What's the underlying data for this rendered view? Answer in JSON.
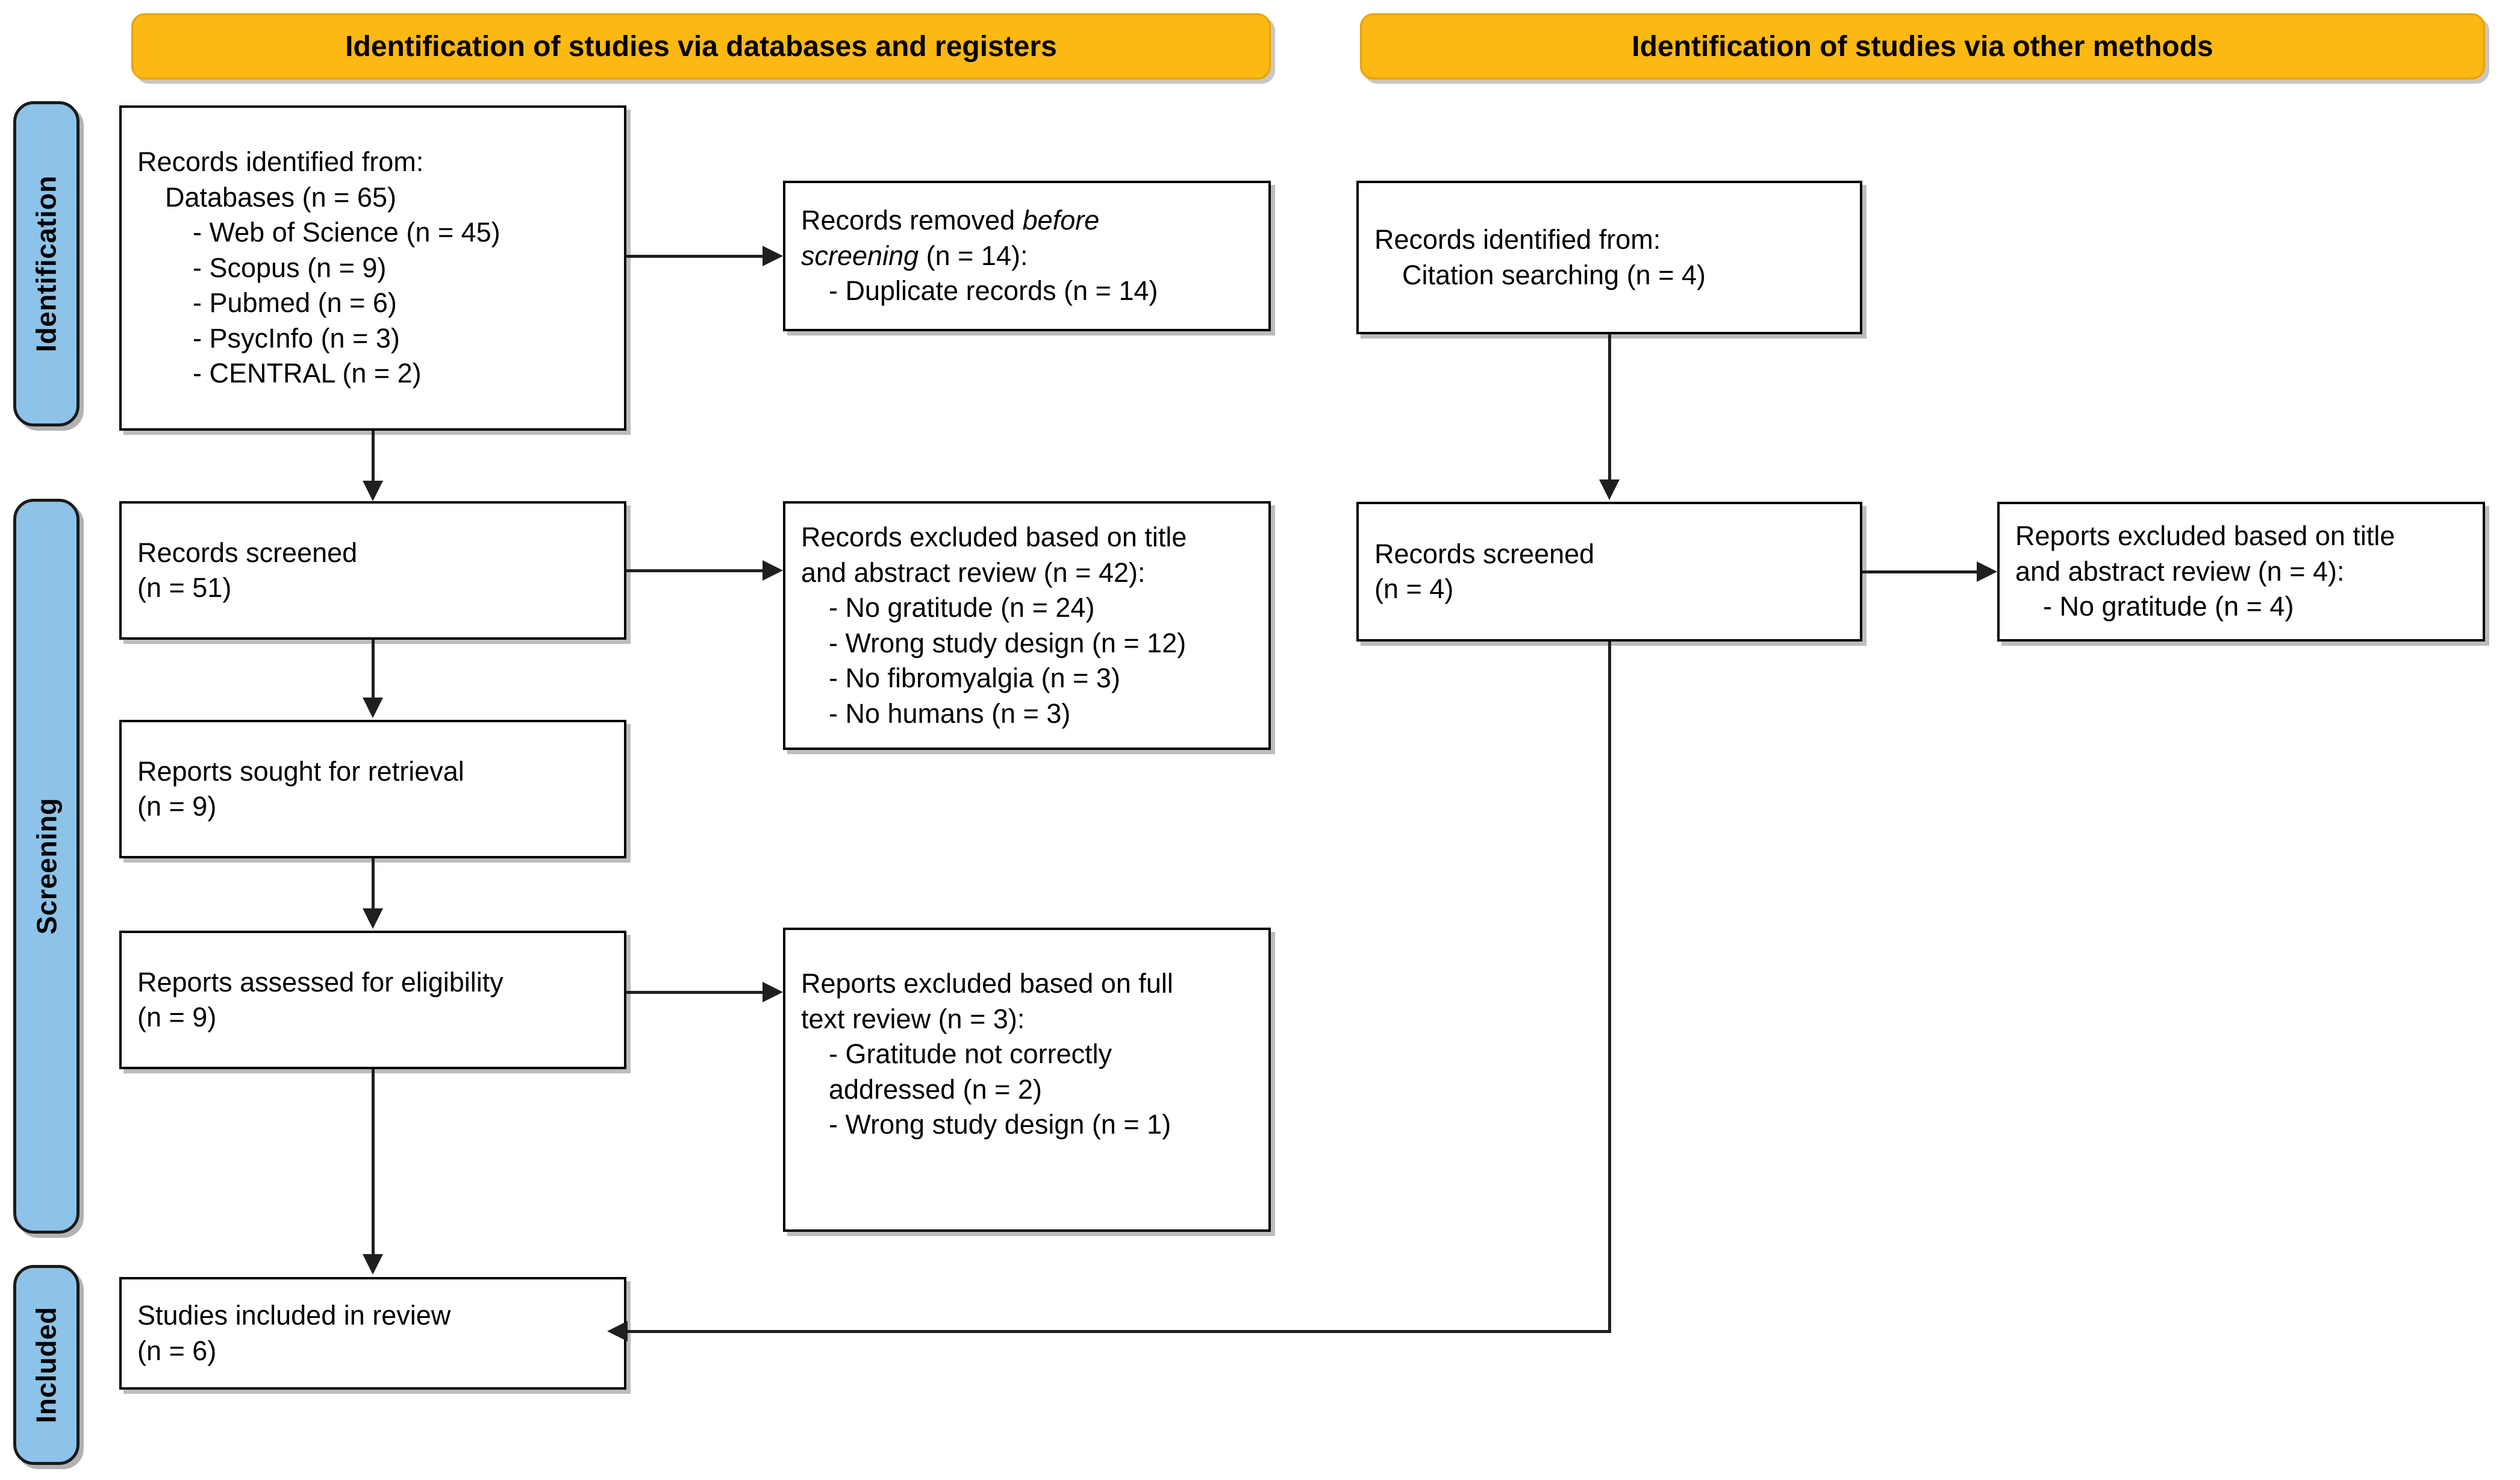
{
  "diagram": {
    "type": "prisma-flow-diagram",
    "title": "PRISMA 2020 flow diagram"
  },
  "phases": [
    {
      "key": "identification",
      "label": "Identification"
    },
    {
      "key": "screening",
      "label": "Screening"
    },
    {
      "key": "included",
      "label": "Included"
    }
  ],
  "columns": {
    "databases": {
      "header": "Identification of studies via databases and registers"
    },
    "other": {
      "header": "Identification of studies via other methods"
    }
  },
  "boxes": {
    "records_identified_db": {
      "name": "Records identified from databases",
      "lines": [
        {
          "text": "Records identified from:",
          "indent": 0
        },
        {
          "text": "Databases (n = 65)",
          "indent": 1
        },
        {
          "text": "- Web of Science (n = 45)",
          "indent": 2
        },
        {
          "text": "- Scopus (n = 9)",
          "indent": 2
        },
        {
          "text": "- Pubmed (n = 6)",
          "indent": 2
        },
        {
          "text": "- PsycInfo (n = 3)",
          "indent": 2
        },
        {
          "text": "- CENTRAL (n = 2)",
          "indent": 2
        }
      ]
    },
    "records_removed": {
      "name": "Records removed before screening",
      "line1_pre": "Records removed ",
      "line1_em": "before",
      "line2_em": "screening",
      "line2_post": " (n = 14):",
      "line3": "- Duplicate records (n = 14)"
    },
    "records_screened_db": {
      "name": "Records screened (databases)",
      "lines": [
        {
          "text": "Records screened",
          "indent": 0
        },
        {
          "text": "(n = 51)",
          "indent": 0
        }
      ]
    },
    "records_excluded_db": {
      "name": "Records excluded based on title and abstract review",
      "lines": [
        {
          "text": "Records excluded based on title",
          "indent": 0
        },
        {
          "text": "and abstract review (n = 42):",
          "indent": 0
        },
        {
          "text": "- No gratitude (n = 24)",
          "indent": 1
        },
        {
          "text": "- Wrong study design (n = 12)",
          "indent": 1
        },
        {
          "text": "- No fibromyalgia (n = 3)",
          "indent": 1
        },
        {
          "text": "- No humans (n = 3)",
          "indent": 1
        }
      ]
    },
    "reports_sought": {
      "name": "Reports sought for retrieval",
      "lines": [
        {
          "text": "Reports sought for retrieval",
          "indent": 0
        },
        {
          "text": "(n = 9)",
          "indent": 0
        }
      ]
    },
    "reports_assessed": {
      "name": "Reports assessed for eligibility",
      "lines": [
        {
          "text": "Reports assessed for eligibility",
          "indent": 0
        },
        {
          "text": "(n = 9)",
          "indent": 0
        }
      ]
    },
    "reports_excluded_full": {
      "name": "Reports excluded based on full text review",
      "lines": [
        {
          "text": "Reports excluded based on full",
          "indent": 0
        },
        {
          "text": "text review (n = 3):",
          "indent": 0
        },
        {
          "text": "- Gratitude not correctly",
          "indent": 1
        },
        {
          "text": "addressed (n = 2)",
          "indent": 1
        },
        {
          "text": "- Wrong study design (n = 1)",
          "indent": 1
        }
      ]
    },
    "studies_included": {
      "name": "Studies included in review",
      "lines": [
        {
          "text": "Studies included in review",
          "indent": 0
        },
        {
          "text": "(n = 6)",
          "indent": 0
        }
      ]
    },
    "records_identified_other": {
      "name": "Records identified from citation searching",
      "lines": [
        {
          "text": "Records identified from:",
          "indent": 0
        },
        {
          "text": "Citation searching (n = 4)",
          "indent": 1
        }
      ]
    },
    "records_screened_other": {
      "name": "Records screened (other methods)",
      "lines": [
        {
          "text": "Records screened",
          "indent": 0
        },
        {
          "text": "(n = 4)",
          "indent": 0
        }
      ]
    },
    "reports_excluded_other": {
      "name": "Reports excluded based on title and abstract review (other)",
      "lines": [
        {
          "text": "Reports excluded based on title",
          "indent": 0
        },
        {
          "text": "and abstract review (n = 4):",
          "indent": 0
        },
        {
          "text": "- No gratitude (n = 4)",
          "indent": 1
        }
      ]
    }
  },
  "colors": {
    "header_orange": "#FCB813",
    "phase_blue": "#8DC3E8",
    "box_border": "#000000",
    "connector": "#1f1f1f",
    "background": "#ffffff"
  }
}
